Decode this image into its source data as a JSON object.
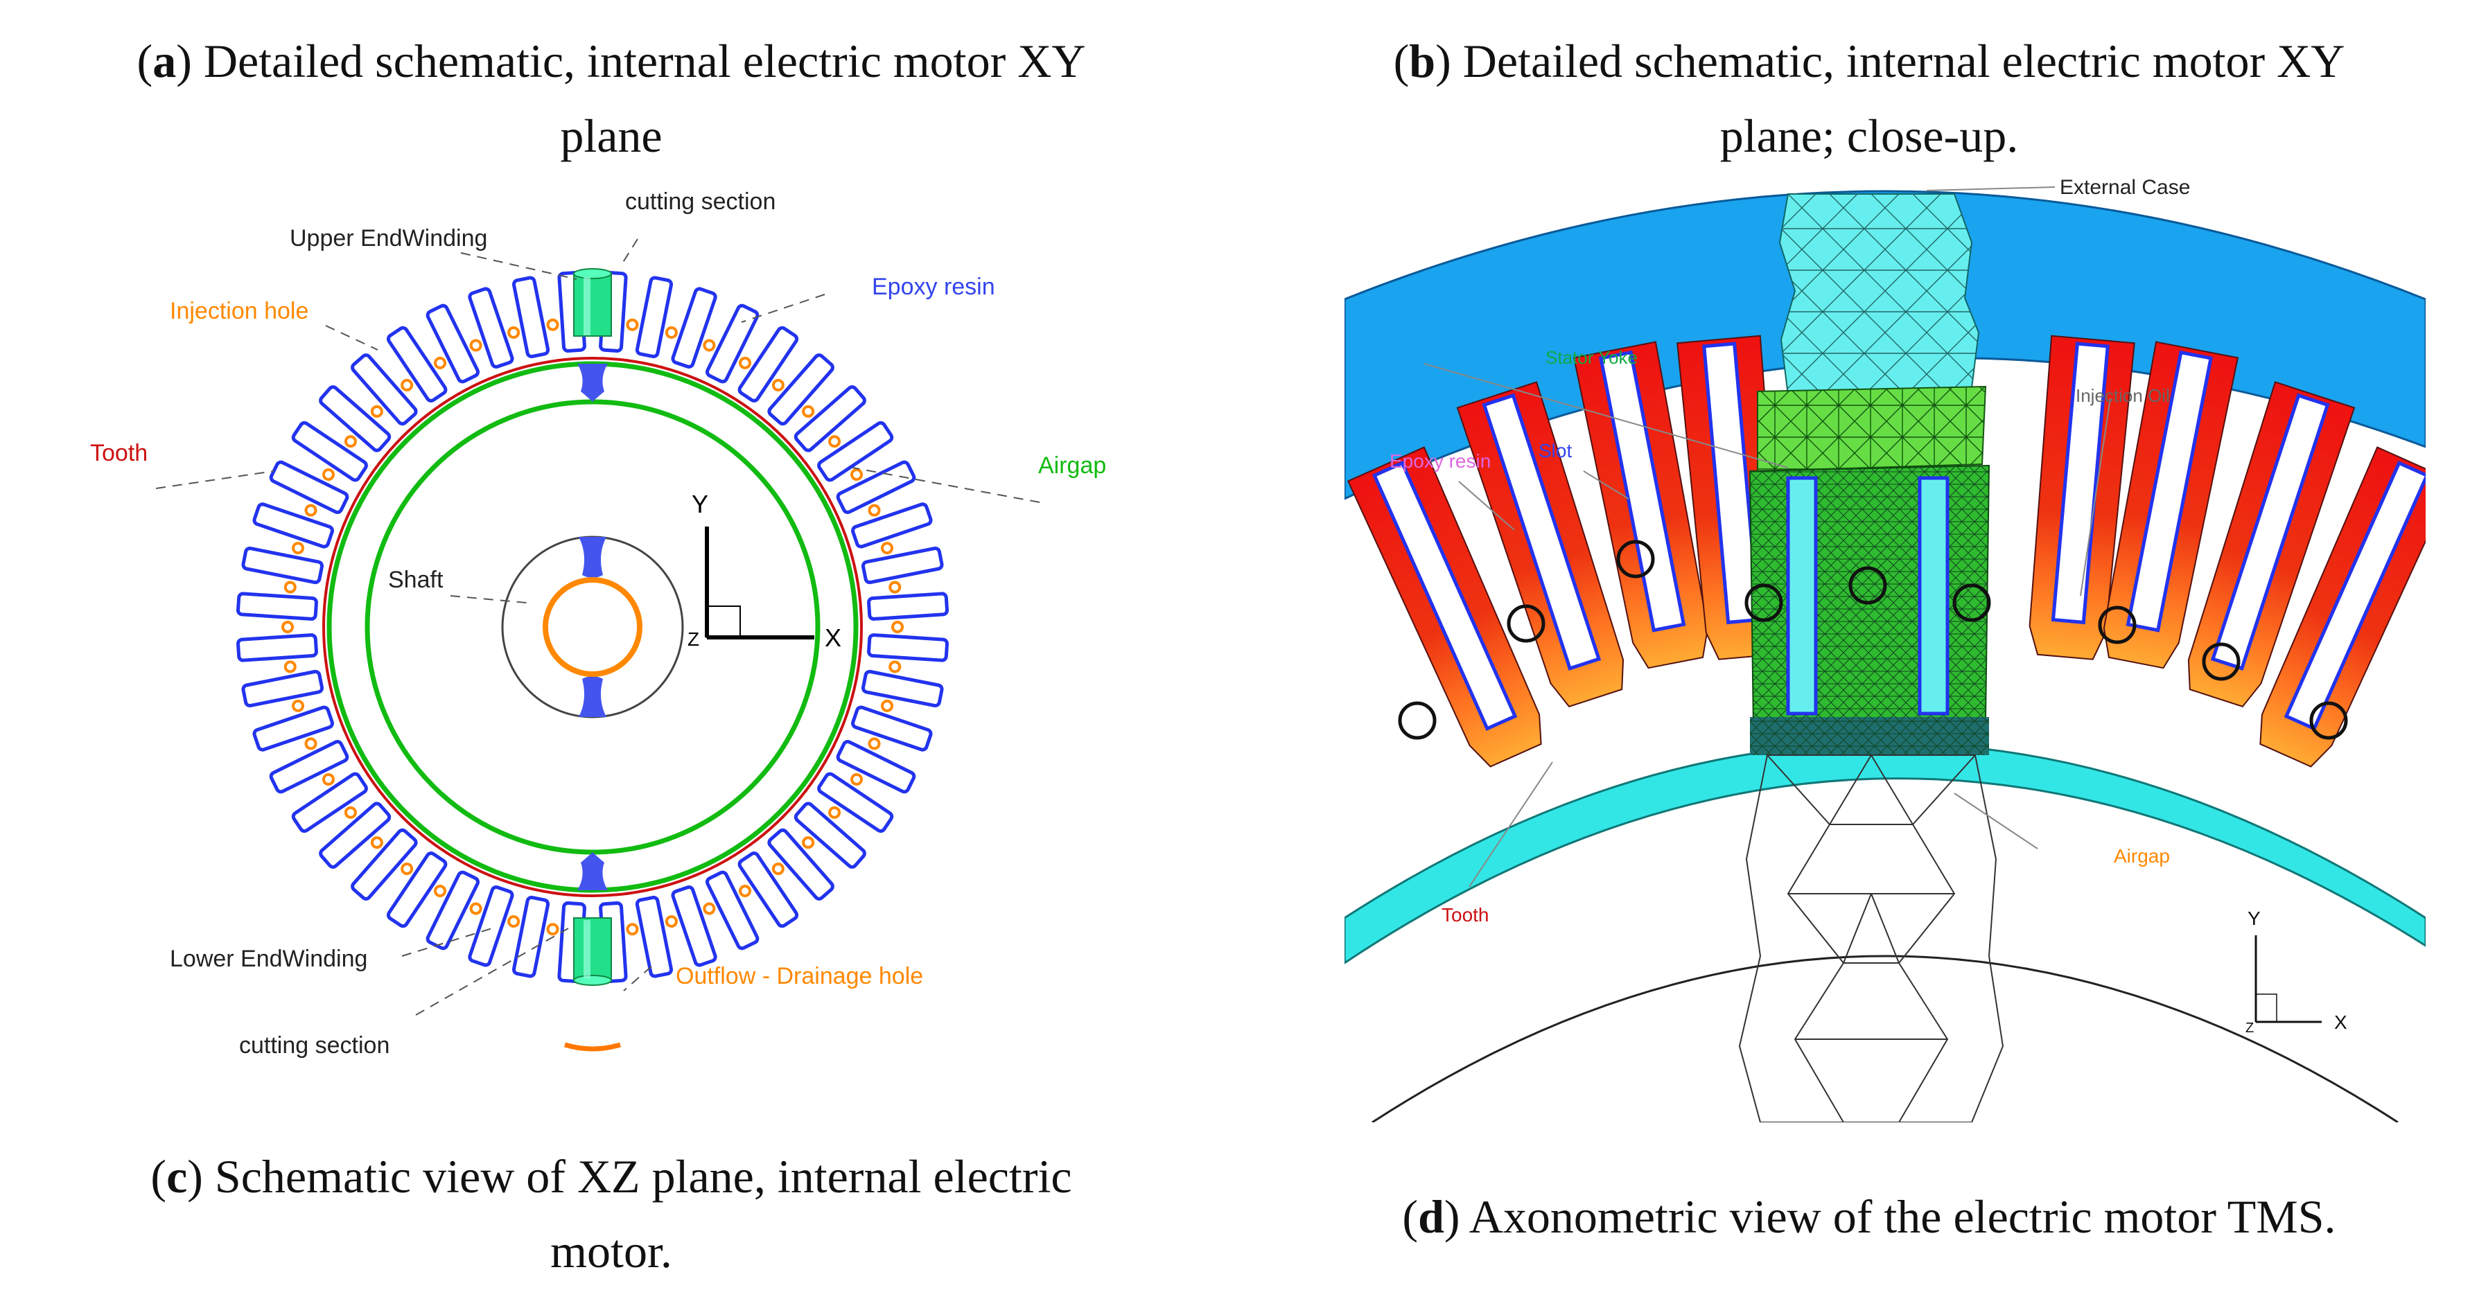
{
  "captions": {
    "a": {
      "letter": "a",
      "line1": ") Detailed schematic, internal electric motor XY",
      "line2": "plane"
    },
    "b": {
      "letter": "b",
      "line1": ") Detailed schematic, internal electric motor XY",
      "line2": "plane; close-up."
    },
    "c": {
      "letter": "c",
      "line1": ") Schematic view of XZ plane, internal electric",
      "line2": "motor."
    },
    "d": {
      "letter": "d",
      "line1": ") Axonometric view of the electric motor TMS."
    }
  },
  "left_figure": {
    "labels": {
      "cutting_top": "cutting section",
      "upper_endwinding": "Upper EndWinding",
      "epoxy": "Epoxy resin",
      "injection": "Injection hole",
      "tooth": "Tooth",
      "airgap": "Airgap",
      "shaft": "Shaft",
      "lower_endwinding": "Lower EndWinding",
      "outflow": "Outflow - Drainage hole",
      "cutting_bottom": "cutting section"
    },
    "axis": {
      "y": "Y",
      "x": "X",
      "z": "Z"
    },
    "slot_count": 48
  },
  "right_figure": {
    "labels": {
      "external_case": "External Case",
      "stator_yoke": "Stator Yoke",
      "injection_oil": "Injection Oil",
      "epoxy": "Epoxy resin",
      "slot": "Slot",
      "airgap": "Airgap",
      "tooth": "Tooth"
    },
    "axis": {
      "y": "Y",
      "x": "X",
      "z": "Z"
    }
  },
  "colors": {
    "slot_blue": "#2233ee",
    "injection_orange": "#ff8800",
    "tooth_red": "#cc1111",
    "airgap_green": "#11bb11",
    "epoxy_label": "#3344ee",
    "tooth_label": "#cc1111",
    "case_blue": "#1aa3ee",
    "cyan": "#33e6e6",
    "yoke_green": "#44cc33"
  }
}
